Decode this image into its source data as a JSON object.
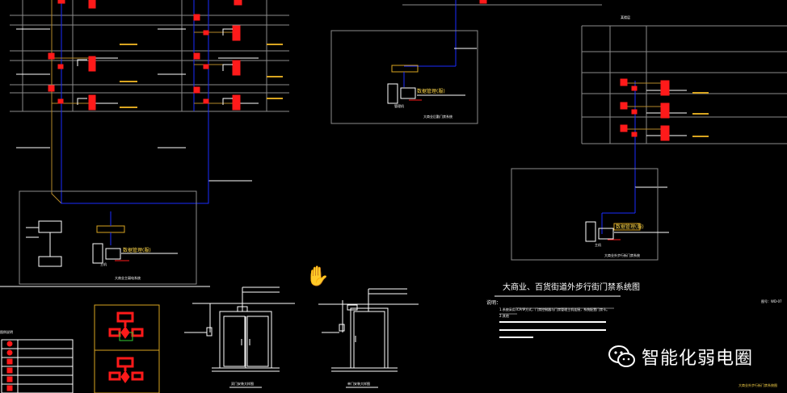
{
  "viewer": {
    "background": "#000000",
    "colors": {
      "frame": "#8c8c8c",
      "white": "#ffffff",
      "device": "#ff1a1a",
      "bus_blue": "#1a2bff",
      "bus_gold": "#b5892a",
      "accent": "#ffd84a"
    }
  },
  "labels": {
    "panel1_caption": "大商业主弱电系统",
    "panel1_box": "数据管理(服)",
    "panel1_pc": "主机",
    "panel2_caption": "大商业后勤门禁系统",
    "panel2_box": "数据管理(服)",
    "panel2_pc": "管理机",
    "panel3_caption": "大商业外步行街门禁系统",
    "panel3_box": "数据管理(服)",
    "panel3_pc": "主机",
    "upper_right_title": "某楼层",
    "main_title": "大商业、百货街道外步行街门禁系统图",
    "notes_heading": "说明：",
    "notes_line1": "1.系统采用TCP/IP方式，门禁控制器与门禁管理主机连接，系统配置门禁卡。",
    "notes_line2": "2.其他",
    "drawing_number": "图号：WD-07",
    "sheet_footer": "大商业外步行街门禁系统图",
    "door_double_caption": "双门安装大样图",
    "door_single_caption": "单门安装大样图",
    "legend_heading": "图例说明"
  },
  "watermark": {
    "brand": "智能化弱电圈",
    "icon": "wechat-icon"
  },
  "cursor": {
    "icon": "hand-pan-icon"
  }
}
